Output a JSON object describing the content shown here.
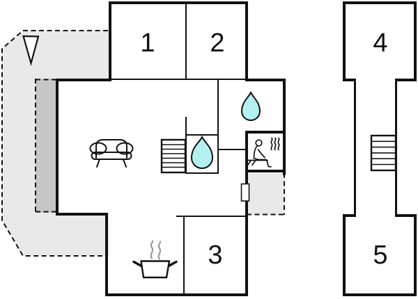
{
  "plan": {
    "rooms": [
      {
        "id": "room-1",
        "number": "1"
      },
      {
        "id": "room-2",
        "number": "2"
      },
      {
        "id": "room-3",
        "number": "3"
      },
      {
        "id": "room-4",
        "number": "4"
      },
      {
        "id": "room-5",
        "number": "5"
      }
    ],
    "colors": {
      "wall": "#111111",
      "terrace": "#e9e9e9",
      "terrace_dark": "#c6c6c6",
      "water": "#b4f0f0",
      "steam": "#9a9a9a"
    },
    "icons": [
      {
        "name": "north-arrow-icon"
      },
      {
        "name": "sofa-icon"
      },
      {
        "name": "staircase-icon"
      },
      {
        "name": "water-drop-icon-bathroom-small"
      },
      {
        "name": "water-drop-icon-bathroom-large"
      },
      {
        "name": "sauna-icon"
      },
      {
        "name": "cooking-pot-icon"
      },
      {
        "name": "door-icon"
      },
      {
        "name": "annex-staircase-icon"
      }
    ]
  }
}
